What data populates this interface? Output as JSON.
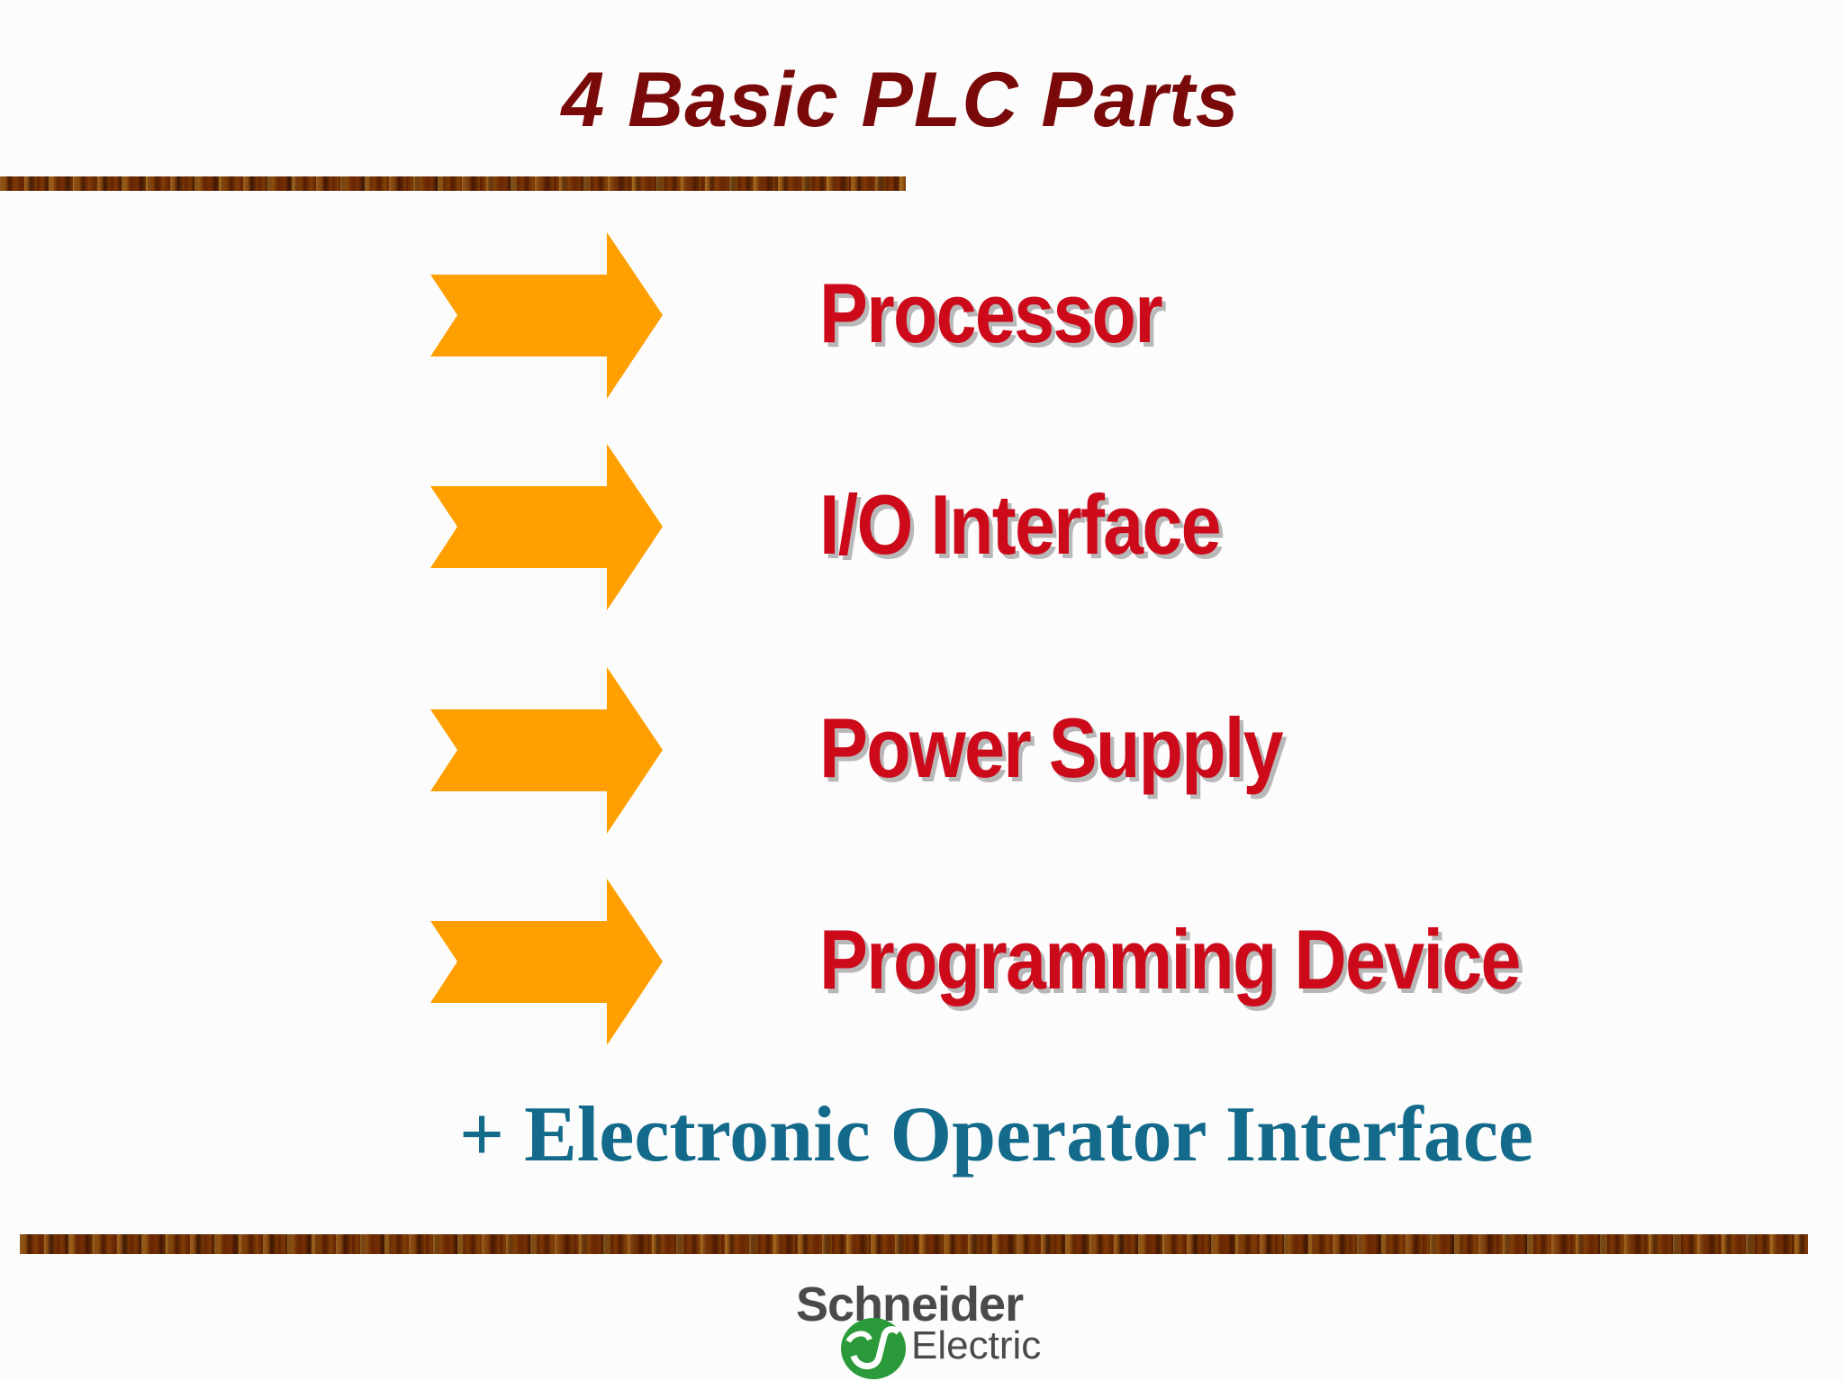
{
  "slide": {
    "title": "4 Basic PLC Parts",
    "parts": [
      {
        "label": "Processor",
        "icon": "arrow-right-icon"
      },
      {
        "label": "I/O Interface",
        "icon": "arrow-right-icon"
      },
      {
        "label": "Power Supply",
        "icon": "arrow-right-icon"
      },
      {
        "label": "Programming Device",
        "icon": "arrow-right-icon"
      }
    ],
    "extra": "+ Electronic Operator Interface"
  },
  "logo": {
    "brand": "Schneider",
    "sub": "Electric"
  },
  "colors": {
    "title": "#7a0a0a",
    "part_label": "#cc0a1a",
    "arrow": "#ffa000",
    "extra": "#136a8a",
    "logo_green": "#2a9a3a"
  }
}
